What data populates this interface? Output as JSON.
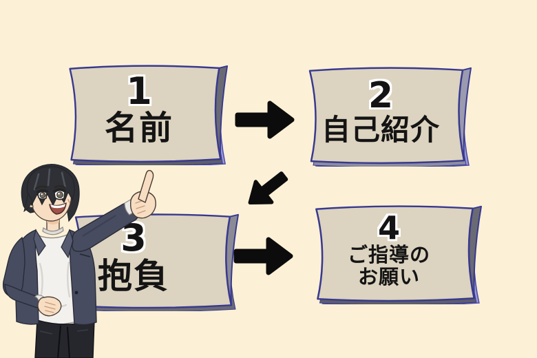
{
  "page": {
    "background": "#fcf1d7",
    "description": "Four-step self-introduction flow infographic with presenter character"
  },
  "colors": {
    "background": "#fcf1d7",
    "card_fill": "#dcd3c0",
    "card_border": "#39398f",
    "card_curl_gray": "#6a6a74",
    "card_shadow_lavender": "#9a9ad8",
    "arrow_black": "#0c0c0c",
    "text_black": "#141414",
    "number_outline": "#ffffff"
  },
  "steps": [
    {
      "number": "1",
      "lines": [
        "名前"
      ]
    },
    {
      "number": "2",
      "lines": [
        "自己紹介"
      ]
    },
    {
      "number": "3",
      "lines": [
        "抱負"
      ]
    },
    {
      "number": "4",
      "lines": [
        "ご指導の",
        "お願い"
      ]
    }
  ],
  "arrows": [
    {
      "direction": "right"
    },
    {
      "direction": "down-left"
    },
    {
      "direction": "right"
    }
  ],
  "character": {
    "alt": "Smiling young man with black hair, navy blazer and white t-shirt, pointing at the steps"
  }
}
